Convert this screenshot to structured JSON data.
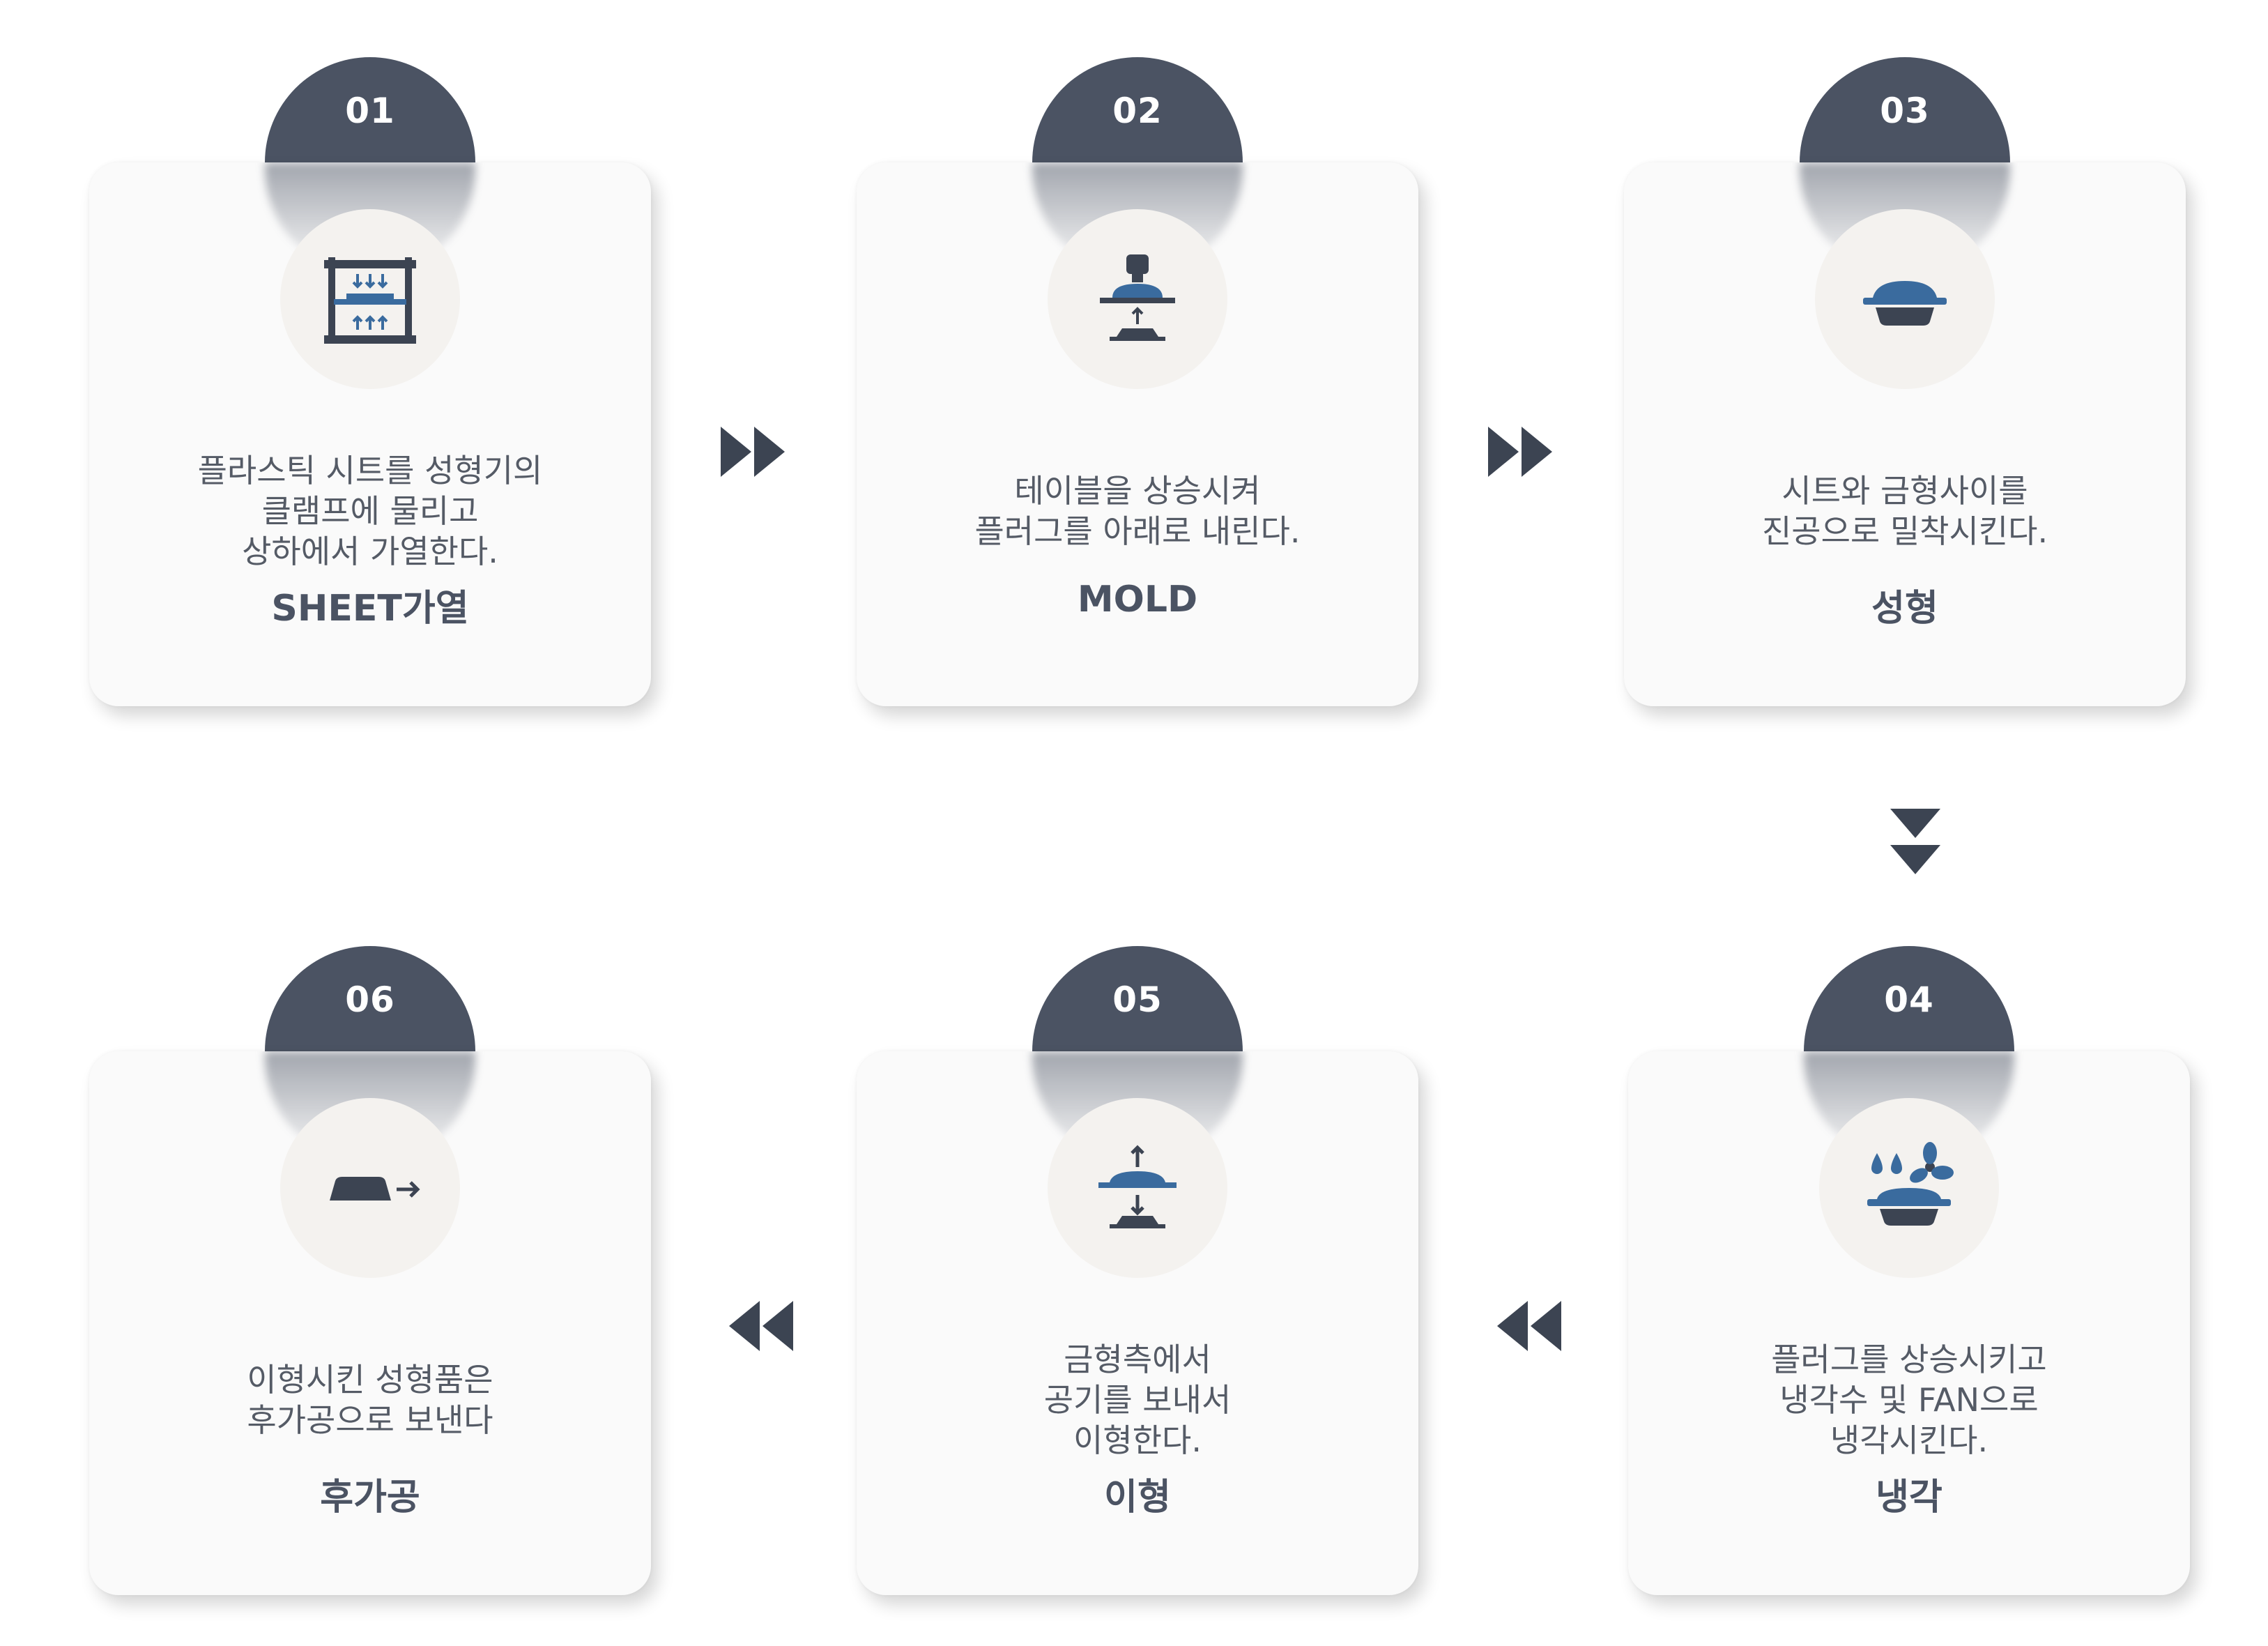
{
  "colors": {
    "badge": "#4b5363",
    "card": "#fafafa",
    "accent_blue": "#3a6b9e",
    "dark": "#3c4452",
    "text": "#555b66",
    "icon_bg": "#f4f2ef"
  },
  "steps": [
    {
      "number": "01",
      "icon": "sheet-heating-press-icon",
      "desc": [
        "플라스틱 시트를 성형기의",
        "클램프에 물리고",
        "상하에서 가열한다."
      ],
      "title": "SHEET가열"
    },
    {
      "number": "02",
      "icon": "mold-press-icon",
      "desc": [
        "테이블을 상승시켜",
        "플러그를 아래로 내린다."
      ],
      "title": "MOLD"
    },
    {
      "number": "03",
      "icon": "molded-tray-icon",
      "desc": [
        "시트와 금형사이를",
        "진공으로 밀착시킨다."
      ],
      "title": "성형"
    },
    {
      "number": "04",
      "icon": "cooling-water-fan-icon",
      "desc": [
        "플러그를 상승시키고",
        "냉각수 및 FAN으로",
        "냉각시킨다."
      ],
      "title": "냉각"
    },
    {
      "number": "05",
      "icon": "air-release-icon",
      "desc": [
        "금형측에서",
        "공기를 보내서",
        "이형한다."
      ],
      "title": "이형"
    },
    {
      "number": "06",
      "icon": "product-transfer-icon",
      "desc": [
        "이형시킨 성형품은",
        "후가공으로 보낸다"
      ],
      "title": "후가공"
    }
  ],
  "flow_arrows": [
    "right-double-arrow-icon",
    "right-double-arrow-icon",
    "down-double-arrow-icon",
    "left-double-arrow-icon",
    "left-double-arrow-icon"
  ]
}
